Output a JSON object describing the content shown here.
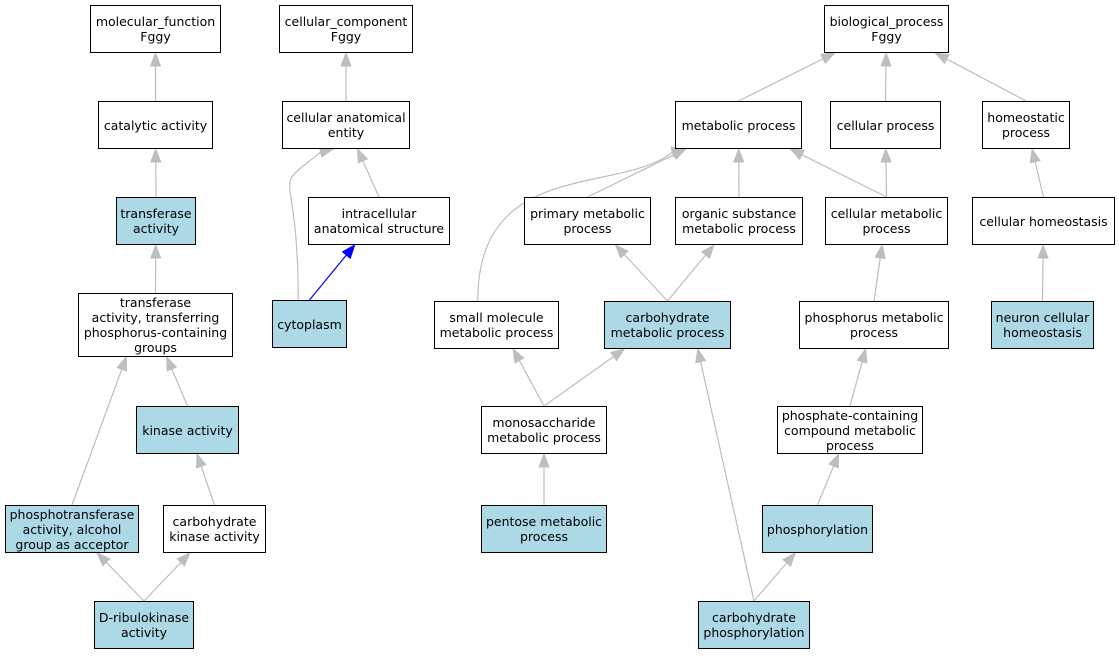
{
  "colors": {
    "highlight_fill": "#add8e6",
    "plain_fill": "#ffffff",
    "edge_default": "#bebebe",
    "edge_highlight": "#0000ff"
  },
  "nodes": {
    "mf": {
      "label": "molecular_function\nFggy",
      "highlighted": false
    },
    "ca": {
      "label": "catalytic activity",
      "highlighted": false
    },
    "ta": {
      "label": "transferase\nactivity",
      "highlighted": true
    },
    "tapg": {
      "label": "transferase\nactivity, transferring\nphosphorus-containing\ngroups",
      "highlighted": false
    },
    "ka": {
      "label": "kinase activity",
      "highlighted": true
    },
    "pta": {
      "label": "phosphotransferase\nactivity, alcohol\ngroup as acceptor",
      "highlighted": true
    },
    "cka": {
      "label": "carbohydrate\nkinase activity",
      "highlighted": false
    },
    "drk": {
      "label": "D-ribulokinase\nactivity",
      "highlighted": true
    },
    "cc": {
      "label": "cellular_component\nFggy",
      "highlighted": false
    },
    "cae": {
      "label": "cellular anatomical\nentity",
      "highlighted": false
    },
    "ias": {
      "label": "intracellular\nanatomical structure",
      "highlighted": false
    },
    "cyto": {
      "label": "cytoplasm",
      "highlighted": true
    },
    "bp": {
      "label": "biological_process\nFggy",
      "highlighted": false
    },
    "mp": {
      "label": "metabolic process",
      "highlighted": false
    },
    "cp": {
      "label": "cellular process",
      "highlighted": false
    },
    "hp": {
      "label": "homeostatic\nprocess",
      "highlighted": false
    },
    "pmp": {
      "label": "primary metabolic\nprocess",
      "highlighted": false
    },
    "osmp": {
      "label": "organic substance\nmetabolic process",
      "highlighted": false
    },
    "cmp": {
      "label": "cellular metabolic\nprocess",
      "highlighted": false
    },
    "ch": {
      "label": "cellular homeostasis",
      "highlighted": false
    },
    "smmp": {
      "label": "small molecule\nmetabolic process",
      "highlighted": false
    },
    "chmp": {
      "label": "carbohydrate\nmetabolic process",
      "highlighted": true
    },
    "phmp": {
      "label": "phosphorus metabolic\nprocess",
      "highlighted": false
    },
    "nch": {
      "label": "neuron cellular\nhomeostasis",
      "highlighted": true
    },
    "msmp": {
      "label": "monosaccharide\nmetabolic process",
      "highlighted": false
    },
    "pcmp": {
      "label": "phosphate-containing\ncompound metabolic\nprocess",
      "highlighted": false
    },
    "pemp": {
      "label": "pentose metabolic\nprocess",
      "highlighted": true
    },
    "phos": {
      "label": "phosphorylation",
      "highlighted": true
    },
    "chph": {
      "label": "carbohydrate\nphosphorylation",
      "highlighted": true
    }
  },
  "edges": [
    {
      "from": "ca",
      "to": "mf"
    },
    {
      "from": "ta",
      "to": "ca"
    },
    {
      "from": "tapg",
      "to": "ta"
    },
    {
      "from": "ka",
      "to": "tapg"
    },
    {
      "from": "pta",
      "to": "tapg"
    },
    {
      "from": "cka",
      "to": "ka"
    },
    {
      "from": "drk",
      "to": "pta"
    },
    {
      "from": "drk",
      "to": "cka"
    },
    {
      "from": "cae",
      "to": "cc"
    },
    {
      "from": "ias",
      "to": "cae"
    },
    {
      "from": "cyto",
      "to": "cae",
      "curved": true
    },
    {
      "from": "cyto",
      "to": "ias",
      "highlight": true
    },
    {
      "from": "mp",
      "to": "bp"
    },
    {
      "from": "cp",
      "to": "bp"
    },
    {
      "from": "hp",
      "to": "bp"
    },
    {
      "from": "pmp",
      "to": "mp"
    },
    {
      "from": "osmp",
      "to": "mp"
    },
    {
      "from": "cmp",
      "to": "mp"
    },
    {
      "from": "cmp",
      "to": "cp"
    },
    {
      "from": "ch",
      "to": "hp"
    },
    {
      "from": "smmp",
      "to": "mp",
      "curved": true
    },
    {
      "from": "chmp",
      "to": "pmp"
    },
    {
      "from": "chmp",
      "to": "osmp"
    },
    {
      "from": "phmp",
      "to": "cmp"
    },
    {
      "from": "nch",
      "to": "ch"
    },
    {
      "from": "msmp",
      "to": "smmp"
    },
    {
      "from": "msmp",
      "to": "chmp"
    },
    {
      "from": "pcmp",
      "to": "phmp"
    },
    {
      "from": "pemp",
      "to": "msmp"
    },
    {
      "from": "phos",
      "to": "pcmp"
    },
    {
      "from": "chph",
      "to": "chmp"
    },
    {
      "from": "chph",
      "to": "phos"
    }
  ]
}
